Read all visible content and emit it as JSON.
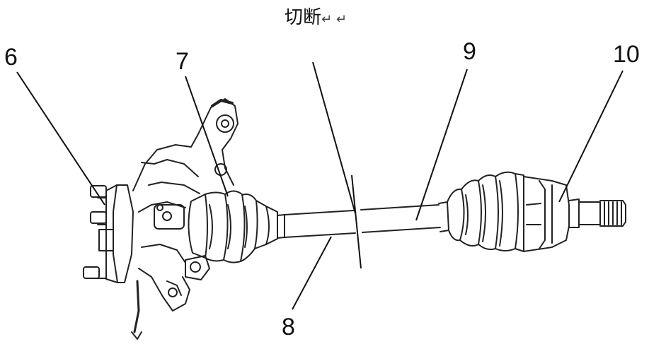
{
  "diagram": {
    "cut_label": "切断",
    "return_marks": "↵ ↵",
    "labels": {
      "n6": "6",
      "n7": "7",
      "n8": "8",
      "n9": "9",
      "n10": "10"
    }
  }
}
